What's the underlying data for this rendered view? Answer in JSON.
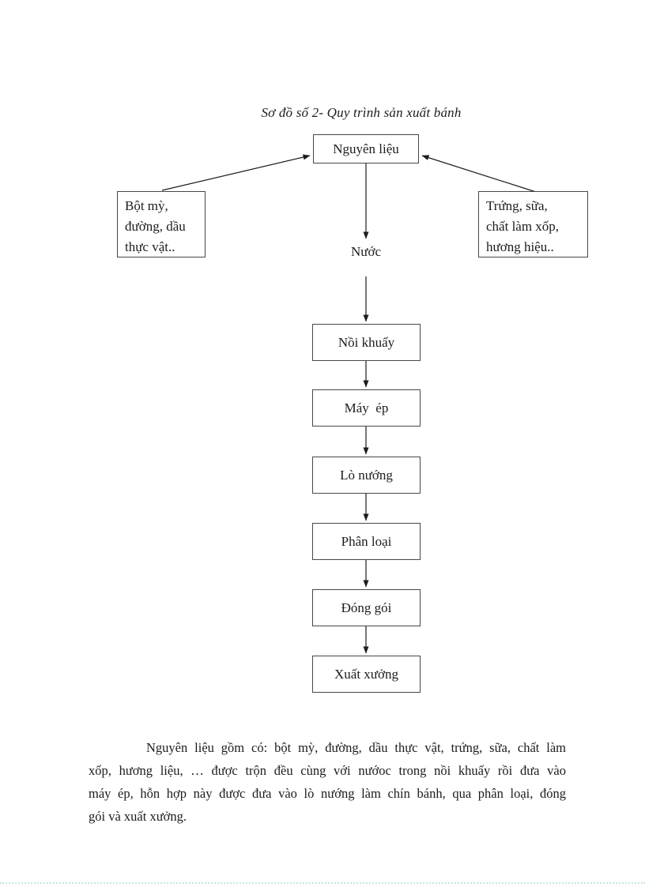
{
  "title": "Sơ đồ số 2- Quy trình sản xuất bánh",
  "diagram": {
    "main": "Nguyên liệu",
    "left_inputs": "Bột mỳ,\nđường, dầu\nthực vật..",
    "right_inputs": "Trứng, sữa,\nchất làm xốp,\nhương hiệu..",
    "water": "Nước",
    "steps": [
      "Nồi khuấy",
      "Máy  ép",
      "Lò nướng",
      "Phân loại",
      "Đóng gói",
      "Xuất xưởng"
    ]
  },
  "paragraph": {
    "lines": [
      "Nguyên liệu gồm có: bột mỳ, đường, dầu thực vật, trứng, sữa, chất làm",
      "xốp, hương liệu, … được trộn đều cùng với nướoc trong nồi khuấy rồi đưa vào",
      "máy ép, hỗn hợp này được đưa vào lò nướng làm chín bánh, qua phân loại, đóng",
      "gói và xuất xưởng."
    ]
  },
  "colors": {
    "ink": "#1c1c1c",
    "box_border": "#474747",
    "page_break_dots": "#c2e8dc"
  }
}
